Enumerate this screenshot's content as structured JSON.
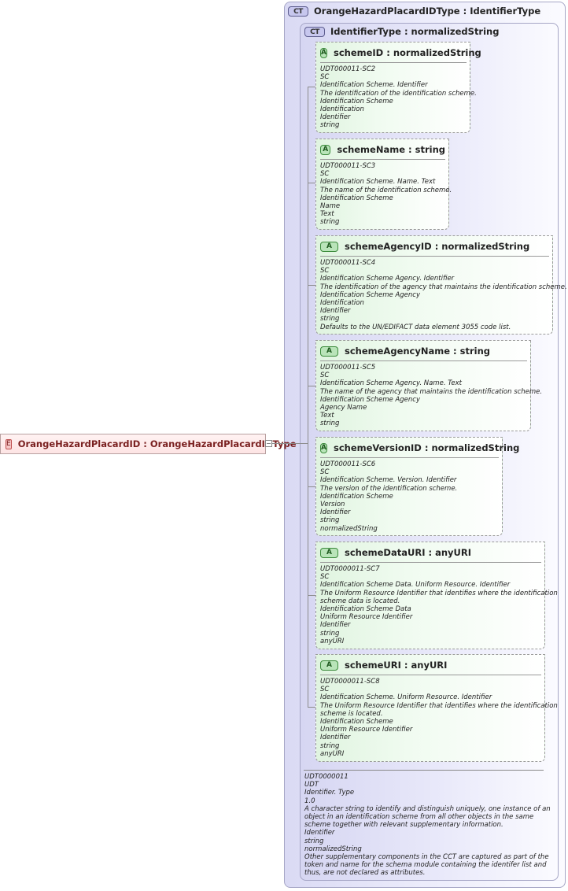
{
  "element": {
    "badge": "E",
    "label": "OrangeHazardPlacardID : OrangeHazardPlacardIDType",
    "toggle": "−"
  },
  "outer_type": {
    "badge": "CT",
    "title": "OrangeHazardPlacardIDType : IdentifierType"
  },
  "inner_type": {
    "badge": "CT",
    "title": "IdentifierType : normalizedString",
    "docs": [
      "UDT0000011",
      "UDT",
      "Identifier. Type",
      "1.0",
      "A character string to identify and distinguish uniquely, one instance of an",
      "object in an identification scheme from all other objects in the same",
      "scheme together with relevant supplementary information.",
      "Identifier",
      "string",
      "normalizedString",
      "Other supplementary components in the CCT are captured as part of the",
      "token and name for the schema module containing the identifer list and",
      "thus, are not declared as attributes."
    ]
  },
  "attributes": [
    {
      "badge": "A",
      "name": "schemeID : normalizedString",
      "docs": [
        "UDT000011-SC2",
        "SC",
        "Identification Scheme. Identifier",
        "The identification of the identification scheme.",
        "Identification Scheme",
        "Identification",
        "Identifier",
        "string"
      ]
    },
    {
      "badge": "A",
      "name": "schemeName : string",
      "docs": [
        "UDT000011-SC3",
        "SC",
        "Identification Scheme. Name. Text",
        "The name of the identification scheme.",
        "Identification Scheme",
        "Name",
        "Text",
        "string"
      ]
    },
    {
      "badge": "A",
      "name": "schemeAgencyID : normalizedString",
      "docs": [
        "UDT000011-SC4",
        "SC",
        "Identification Scheme Agency. Identifier",
        "The identification of the agency that maintains the identification scheme.",
        "Identification Scheme Agency",
        "Identification",
        "Identifier",
        "string",
        "Defaults to the UN/EDIFACT data element 3055 code list."
      ]
    },
    {
      "badge": "A",
      "name": "schemeAgencyName : string",
      "docs": [
        "UDT000011-SC5",
        "SC",
        "Identification Scheme Agency. Name. Text",
        "The name of the agency that maintains the identification scheme.",
        "Identification Scheme Agency",
        "Agency Name",
        "Text",
        "string"
      ]
    },
    {
      "badge": "A",
      "name": "schemeVersionID : normalizedString",
      "docs": [
        "UDT000011-SC6",
        "SC",
        "Identification Scheme. Version. Identifier",
        "The version of the identification scheme.",
        "Identification Scheme",
        "Version",
        "Identifier",
        "string",
        "normalizedString"
      ]
    },
    {
      "badge": "A",
      "name": "schemeDataURI : anyURI",
      "docs": [
        "UDT0000011-SC7",
        "SC",
        "Identification Scheme Data. Uniform Resource. Identifier",
        "The Uniform Resource Identifier that identifies where the identification",
        "scheme data is located.",
        "Identification Scheme Data",
        "Uniform Resource Identifier",
        "Identifier",
        "string",
        "anyURI"
      ]
    },
    {
      "badge": "A",
      "name": "schemeURI : anyURI",
      "docs": [
        "UDT0000011-SC8",
        "SC",
        "Identification Scheme. Uniform Resource. Identifier",
        "The Uniform Resource Identifier that identifies where the identification",
        "scheme is located.",
        "Identification Scheme",
        "Uniform Resource Identifier",
        "Identifier",
        "string",
        "anyURI"
      ]
    }
  ]
}
